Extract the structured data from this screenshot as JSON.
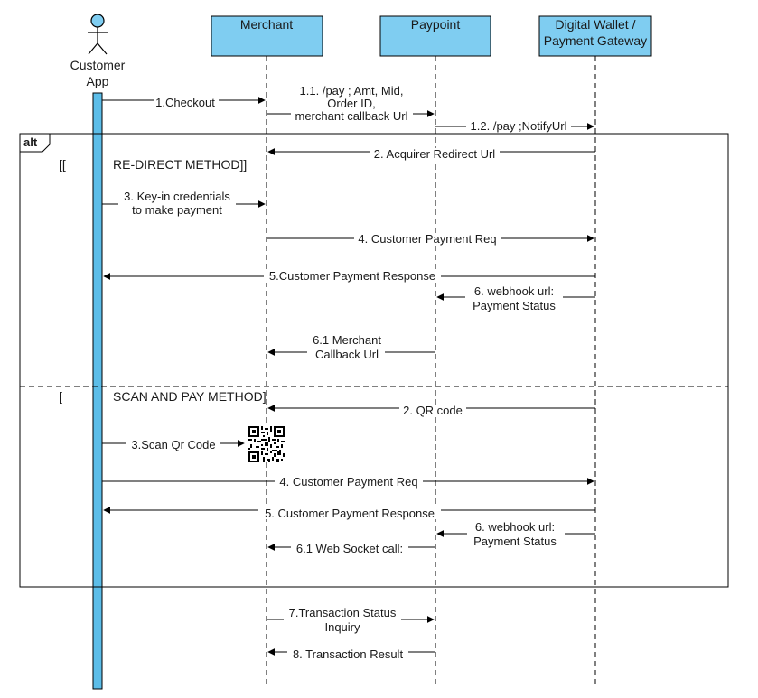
{
  "colors": {
    "participant_fill": "#7fcdf1",
    "activation_fill": "#5cbde8",
    "stroke": "#000000",
    "background": "#ffffff"
  },
  "actor": {
    "icon": "stick-figure-icon",
    "label_line1": "Customer",
    "label_line2": "App"
  },
  "participants": {
    "merchant": "Merchant",
    "paypoint": "Paypoint",
    "gateway_line1": "Digital Wallet /",
    "gateway_line2": "Payment Gateway"
  },
  "messages": {
    "checkout": "1.Checkout",
    "pay_line1": "1.1. /pay ; Amt, Mid,",
    "pay_line2": "Order ID,",
    "pay_line3": "merchant callback Url",
    "notify": "1.2. /pay ;NotifyUrl",
    "acquirer": "2. Acquirer Redirect Url",
    "keyin_line1": "3. Key-in credentials",
    "keyin_line2": "to make payment",
    "req_redirect": "4. Customer Payment Req",
    "resp_redirect": "5.Customer Payment Response",
    "webhook1_line1": "6. webhook url:",
    "webhook1_line2": "Payment Status",
    "callback_line1": "6.1 Merchant",
    "callback_line2": "Callback Url",
    "qr_code": "2. QR code",
    "scan": "3.Scan Qr Code",
    "req_scan": "4. Customer Payment Req",
    "resp_scan": "5. Customer Payment Response",
    "webhook2_line1": "6. webhook url:",
    "webhook2_line2": "Payment Status",
    "websocket": "6.1 Web Socket call:",
    "status_line1": "7.Transaction Status",
    "status_line2": "Inquiry",
    "result": "8. Transaction Result"
  },
  "fragment": {
    "tag": "alt",
    "guard1_open": "[[",
    "guard1_text": "RE-DIRECT METHOD]]",
    "guard2_open": "[",
    "guard2_text": "SCAN AND PAY METHOD]"
  },
  "qr_icon": "qr-code-icon"
}
